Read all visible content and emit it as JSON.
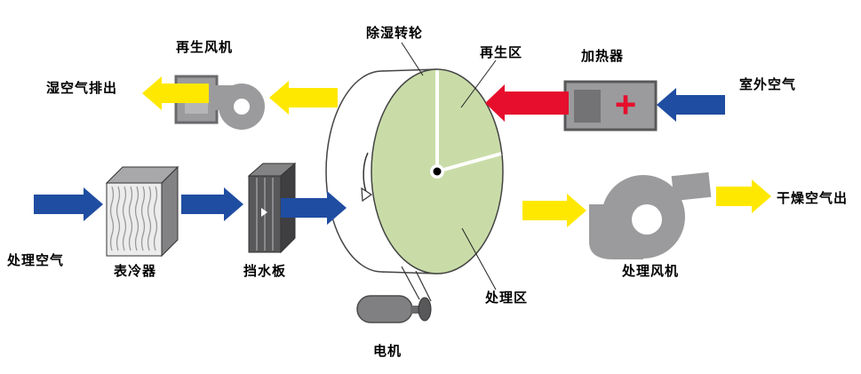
{
  "labels": {
    "humid_air_out": "湿空气排出",
    "regen_fan": "再生风机",
    "wheel": "除湿转轮",
    "regen_zone": "再生区",
    "heater": "加热器",
    "heater_plus": "+",
    "outdoor_air": "室外空气",
    "process_air": "处理空气",
    "surface_cooler": "表冷器",
    "water_baffle": "挡水板",
    "process_zone": "处理区",
    "process_fan": "处理风机",
    "dry_air_out": "干燥空气出",
    "motor": "电机"
  },
  "colors": {
    "arrow_blue": "#1f4da1",
    "arrow_yellow": "#ffe800",
    "arrow_red": "#e60e2c",
    "wheel_green": "#c9dca8",
    "component_gray": "#9b9b9d",
    "component_dark": "#58585a"
  }
}
